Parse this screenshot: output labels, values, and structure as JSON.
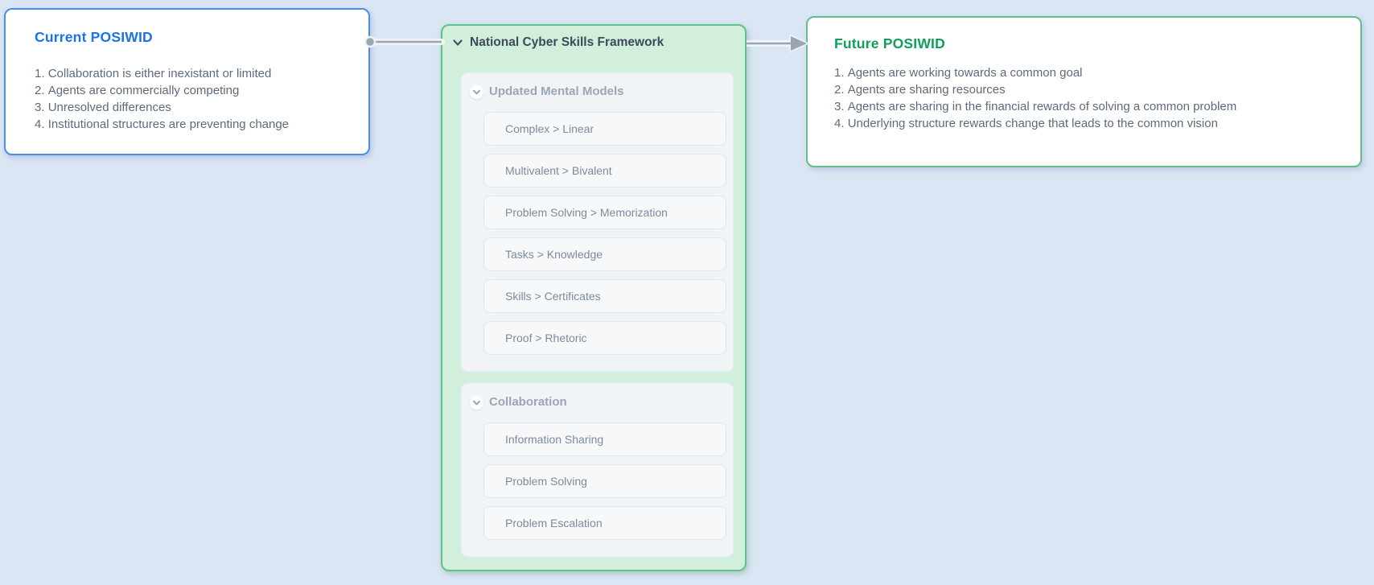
{
  "board": {
    "background_color": "#dbe6f5"
  },
  "current_card": {
    "title": "Current POSIWID",
    "title_color": "#1a73e8",
    "border_color": "#4a90e2",
    "items": [
      "Collaboration is either inexistant or limited",
      "Agents are commercially competing",
      "Unresolved differences",
      "Institutional structures are preventing change"
    ]
  },
  "framework_card": {
    "title": "National Cyber Skills Framework",
    "background_color": "#d2efdc",
    "border_color": "#63c08a",
    "sections": [
      {
        "title": "Updated Mental Models",
        "items": [
          "Complex > Linear",
          "Multivalent > Bivalent",
          "Problem Solving > Memorization",
          "Tasks > Knowledge",
          "Skills > Certificates",
          "Proof > Rhetoric"
        ]
      },
      {
        "title": "Collaboration",
        "items": [
          "Information Sharing",
          "Problem Solving",
          "Problem Escalation"
        ]
      }
    ]
  },
  "future_card": {
    "title": "Future POSIWID",
    "title_color": "#0f9f58",
    "border_color": "#5fc08c",
    "items": [
      "Agents are working towards a common goal",
      "Agents are sharing resources",
      "Agents are sharing in the financial rewards of solving a common problem",
      "Underlying structure rewards change that leads to the common vision"
    ]
  },
  "icons": {
    "framework_collapse": "chevron-down-icon",
    "section_collapse": "chevron-down-icon"
  },
  "connectors": {
    "line_color": "#9aa5b2",
    "start_marker": "dot",
    "end_marker": "arrowhead"
  }
}
